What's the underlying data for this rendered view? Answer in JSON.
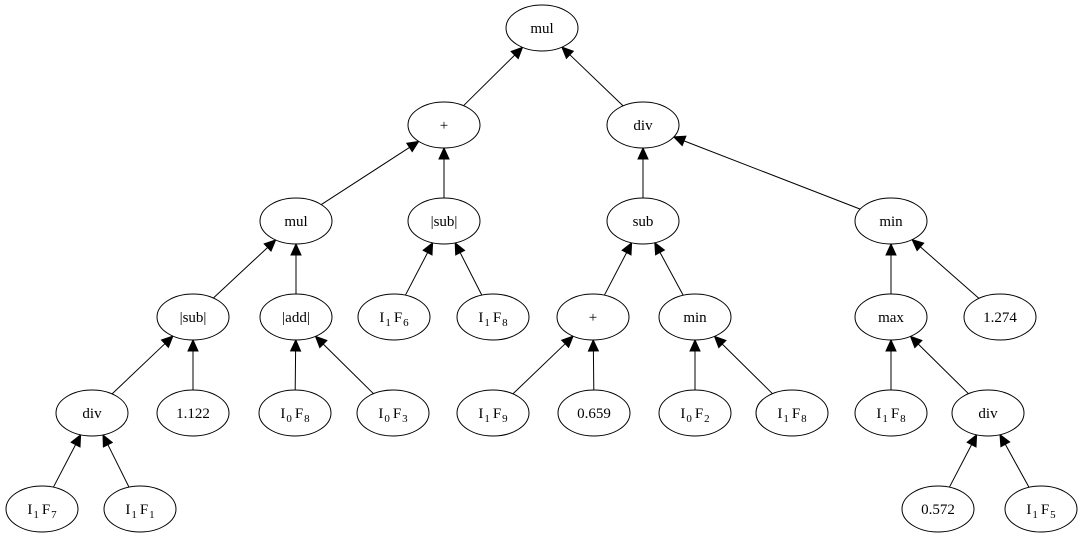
{
  "tree": {
    "root": "n_mul_root",
    "nodes": [
      {
        "id": "n_mul_root",
        "label": "mul"
      },
      {
        "id": "n_plus",
        "label": "+"
      },
      {
        "id": "n_div_top",
        "label": "div"
      },
      {
        "id": "n_mul2",
        "label": "mul"
      },
      {
        "id": "n_abssub2",
        "label": "|sub|"
      },
      {
        "id": "n_sub",
        "label": "sub"
      },
      {
        "id": "n_min",
        "label": "min"
      },
      {
        "id": "n_abssub1",
        "label": "|sub|"
      },
      {
        "id": "n_absadd",
        "label": "|add|"
      },
      {
        "id": "n_I1F6",
        "label": "I",
        "sub1": "1",
        "mid": "F",
        "sub2": "6"
      },
      {
        "id": "n_I1F8_a",
        "label": "I",
        "sub1": "1",
        "mid": "F",
        "sub2": "8"
      },
      {
        "id": "n_plus2",
        "label": "+"
      },
      {
        "id": "n_min2",
        "label": "min"
      },
      {
        "id": "n_max",
        "label": "max"
      },
      {
        "id": "n_1274",
        "label": "1.274"
      },
      {
        "id": "n_div2",
        "label": "div"
      },
      {
        "id": "n_1122",
        "label": "1.122"
      },
      {
        "id": "n_I0F8",
        "label": "I",
        "sub1": "0",
        "mid": "F",
        "sub2": "8"
      },
      {
        "id": "n_I0F3",
        "label": "I",
        "sub1": "0",
        "mid": "F",
        "sub2": "3"
      },
      {
        "id": "n_I1F9",
        "label": "I",
        "sub1": "1",
        "mid": "F",
        "sub2": "9"
      },
      {
        "id": "n_0659",
        "label": "0.659"
      },
      {
        "id": "n_I0F2",
        "label": "I",
        "sub1": "0",
        "mid": "F",
        "sub2": "2"
      },
      {
        "id": "n_I1F8_b",
        "label": "I",
        "sub1": "1",
        "mid": "F",
        "sub2": "8"
      },
      {
        "id": "n_I1F8_c",
        "label": "I",
        "sub1": "1",
        "mid": "F",
        "sub2": "8"
      },
      {
        "id": "n_div3",
        "label": "div"
      },
      {
        "id": "n_I1F7",
        "label": "I",
        "sub1": "1",
        "mid": "F",
        "sub2": "7"
      },
      {
        "id": "n_I1F1",
        "label": "I",
        "sub1": "1",
        "mid": "F",
        "sub2": "1"
      },
      {
        "id": "n_0572",
        "label": "0.572"
      },
      {
        "id": "n_I1F5",
        "label": "I",
        "sub1": "1",
        "mid": "F",
        "sub2": "5"
      }
    ],
    "edges": [
      {
        "from": "n_plus",
        "to": "n_mul_root"
      },
      {
        "from": "n_div_top",
        "to": "n_mul_root"
      },
      {
        "from": "n_mul2",
        "to": "n_plus"
      },
      {
        "from": "n_abssub2",
        "to": "n_plus"
      },
      {
        "from": "n_sub",
        "to": "n_div_top"
      },
      {
        "from": "n_min",
        "to": "n_div_top"
      },
      {
        "from": "n_abssub1",
        "to": "n_mul2"
      },
      {
        "from": "n_absadd",
        "to": "n_mul2"
      },
      {
        "from": "n_I1F6",
        "to": "n_abssub2"
      },
      {
        "from": "n_I1F8_a",
        "to": "n_abssub2"
      },
      {
        "from": "n_plus2",
        "to": "n_sub"
      },
      {
        "from": "n_min2",
        "to": "n_sub"
      },
      {
        "from": "n_max",
        "to": "n_min"
      },
      {
        "from": "n_1274",
        "to": "n_min"
      },
      {
        "from": "n_div2",
        "to": "n_abssub1"
      },
      {
        "from": "n_1122",
        "to": "n_abssub1"
      },
      {
        "from": "n_I0F8",
        "to": "n_absadd"
      },
      {
        "from": "n_I0F3",
        "to": "n_absadd"
      },
      {
        "from": "n_I1F9",
        "to": "n_plus2"
      },
      {
        "from": "n_0659",
        "to": "n_plus2"
      },
      {
        "from": "n_I0F2",
        "to": "n_min2"
      },
      {
        "from": "n_I1F8_b",
        "to": "n_min2"
      },
      {
        "from": "n_I1F8_c",
        "to": "n_max"
      },
      {
        "from": "n_div3",
        "to": "n_max"
      },
      {
        "from": "n_I1F7",
        "to": "n_div2"
      },
      {
        "from": "n_I1F1",
        "to": "n_div2"
      },
      {
        "from": "n_0572",
        "to": "n_div3"
      },
      {
        "from": "n_I1F5",
        "to": "n_div3"
      }
    ]
  }
}
